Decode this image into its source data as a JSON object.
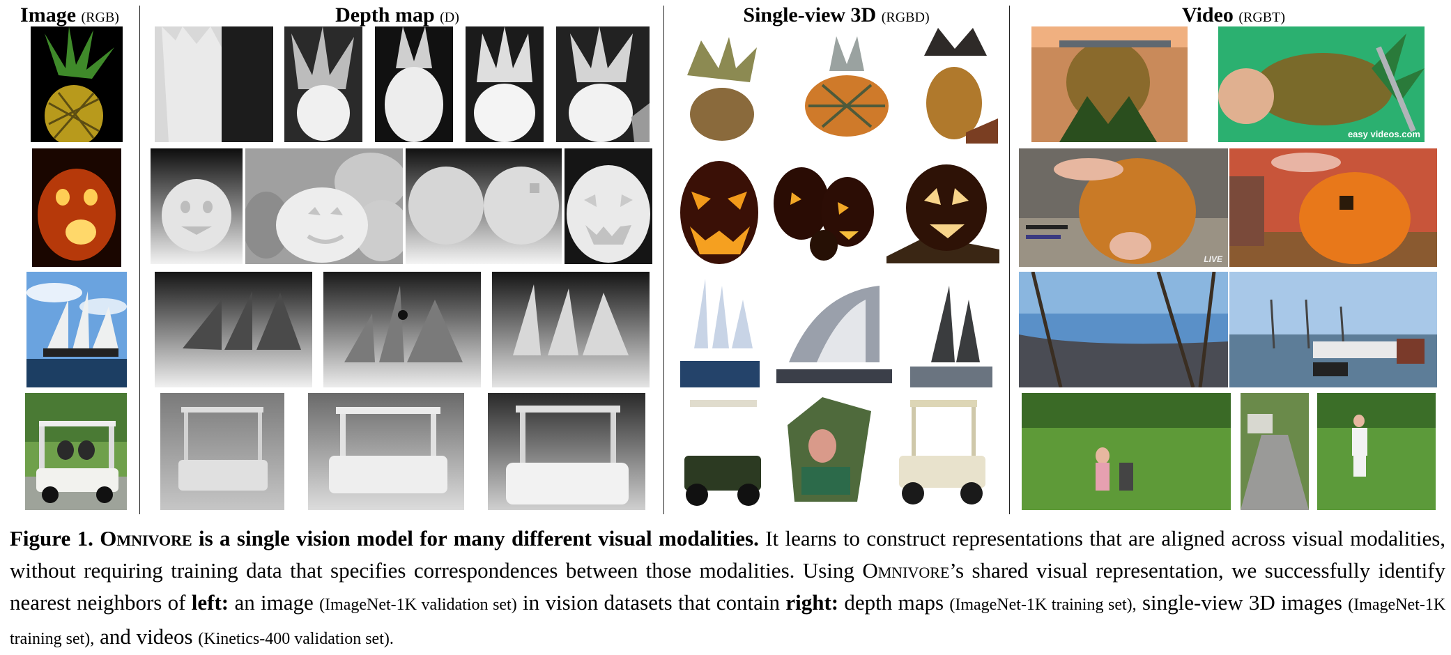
{
  "columns": [
    {
      "title": "Image",
      "subtitle": "(RGB)"
    },
    {
      "title": "Depth map",
      "subtitle": "(D)"
    },
    {
      "title": "Single-view 3D",
      "subtitle": "(RGBD)"
    },
    {
      "title": "Video",
      "subtitle": "(RGBT)"
    }
  ],
  "rows": [
    "pineapple",
    "pumpkin",
    "sailboat",
    "golf-cart"
  ],
  "watermarks": {
    "video_pineapple": "easy    videos.com",
    "video_pumpkin": "LIVE"
  },
  "caption": {
    "label": "Figure 1.",
    "model_name": "Omnivore",
    "headline": "is a single vision model for many different visual modalities.",
    "body1": "It learns to construct representations that are aligned across visual modalities, without requiring training data that specifies correspondences between those modalities. Using",
    "body2": "’s shared visual representation, we successfully identify nearest neighbors of",
    "left_label": "left:",
    "left_text": "an image",
    "left_source": "(ImageNet-1K validation set)",
    "mid_text": "in vision datasets that contain",
    "right_label": "right:",
    "depth_text": "depth maps",
    "depth_source": "(ImageNet-1K training set),",
    "rgbd_text": "single-view 3D images",
    "rgbd_source": "(ImageNet-1K training set),",
    "and_text": "and videos",
    "video_source": "(Kinetics-400 validation set)."
  }
}
